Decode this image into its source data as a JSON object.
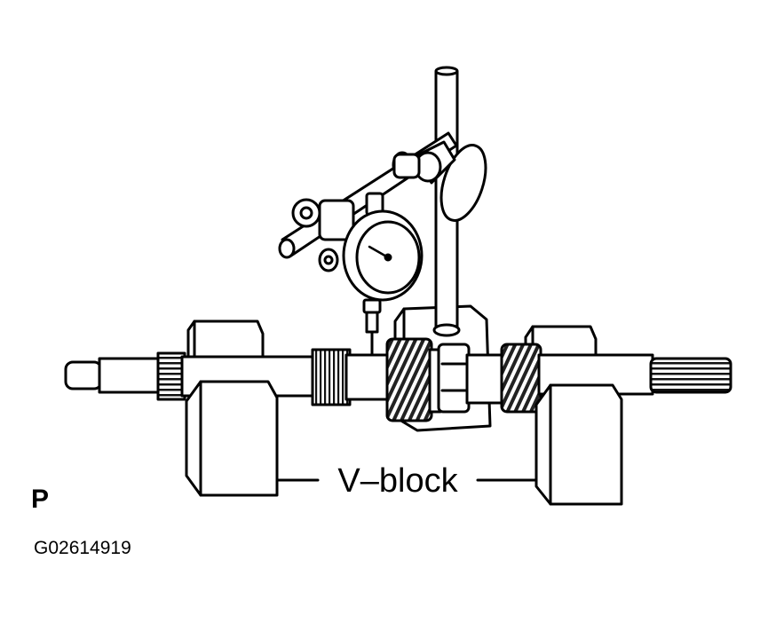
{
  "labels": {
    "v_block": "V–block",
    "corner": "P",
    "figure_id": "G02614919"
  },
  "colors": {
    "ink": "#000000",
    "paper": "#ffffff",
    "shade": "#d9d9d9",
    "dark_shade": "#555555"
  }
}
